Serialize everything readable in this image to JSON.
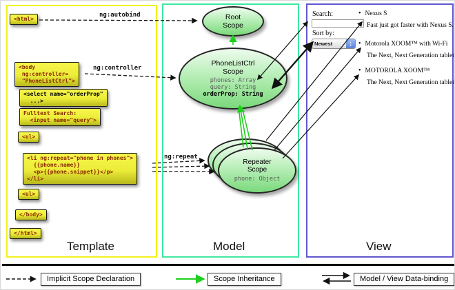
{
  "columns": {
    "template_label": "Template",
    "model_label": "Model",
    "view_label": "View"
  },
  "template": {
    "html_open": "<html>",
    "body_open": "<body\n ng:controller=\n \"PhoneListCtrl\">",
    "select_tag": "<select name=\"orderProp\"\n  ...>",
    "fulltext": "Fulltext Search:\n  <input name=\"query\">",
    "ul_open": "<ul>",
    "li_repeat": "<li ng:repeat=\"phone in phones\">\n  {{phone.name}}\n  <p>{{phone.snippet}}</p>\n</li>",
    "ul_close": "<ul>",
    "body_close": "</body>",
    "html_close": "</html>"
  },
  "labels": {
    "ng_autobind": "ng:autobind",
    "ng_controller": "ng:controller",
    "ng_repeat": "ng:repeat"
  },
  "model": {
    "root_scope_title": "Root\nScope",
    "phonelist_title": "PhoneListCtrl\nScope",
    "phonelist_props": "phones: Array\nquery: String",
    "phonelist_prop_bold": "orderProp: String",
    "repeater_title": "Repeater\nScope",
    "repeater_prop": "phone: Object"
  },
  "view": {
    "search_label": "Search:",
    "sort_label": "Sort by:",
    "sort_value": "Newest",
    "items": [
      {
        "title": "Nexus S",
        "desc": "Fast just got faster with Nexus S."
      },
      {
        "title": "Motorola XOOM™ with Wi-Fi",
        "desc": "The Next, Next Generation tablet."
      },
      {
        "title": "MOTOROLA XOOM™",
        "desc": "The Next, Next Generation tablet."
      }
    ],
    "bullet": "•"
  },
  "legend": {
    "implicit": "Implicit Scope Declaration",
    "inheritance": "Scope Inheritance",
    "binding": "Model / View Data-binding"
  },
  "colors": {
    "template_border": "#f2f21e",
    "model_border": "#3fe8a0",
    "view_border": "#6157cf",
    "scope_fill": "#7bd97b",
    "green_arrow": "#1ecf1e",
    "code_text": "#8b2800"
  }
}
